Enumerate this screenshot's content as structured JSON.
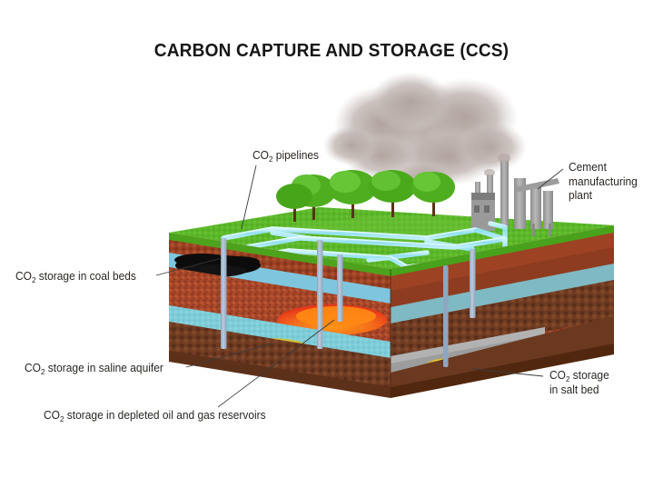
{
  "figure": {
    "title": "CARBON CAPTURE AND STORAGE (CCS)",
    "background_color": "#ffffff",
    "text_color": "#2a2622"
  },
  "labels": {
    "pipelines": {
      "prefix": "CO",
      "sub": "2",
      "rest": " pipelines"
    },
    "cement": {
      "line1": "Cement",
      "line2": "manufacturing",
      "line3": "plant"
    },
    "coal_beds": {
      "prefix": "CO",
      "sub": "2",
      "rest": " storage in coal beds"
    },
    "saline": {
      "prefix": "CO",
      "sub": "2",
      "rest": " storage in saline aquifer"
    },
    "depleted": {
      "prefix": "CO",
      "sub": "2",
      "rest": " storage in depleted oil and gas reservoirs"
    },
    "salt_bed": {
      "prefix": "CO",
      "sub": "2",
      "rest": " storage",
      "line2": "in salt bed"
    }
  },
  "scene": {
    "layers": [
      {
        "name": "grass-surface",
        "color": "#5cb82a"
      },
      {
        "name": "topsoil",
        "color": "#a8472a"
      },
      {
        "name": "coal-seam-host",
        "color": "#7ec6de"
      },
      {
        "name": "coal-bed",
        "color": "#0c0c0c"
      },
      {
        "name": "sandstone",
        "color": "#9d4324"
      },
      {
        "name": "oil-gas-reservoir",
        "color": "#f26522"
      },
      {
        "name": "saline-aquifer",
        "color": "#7ecdd8"
      },
      {
        "name": "co2-plume",
        "color": "#f5d618"
      },
      {
        "name": "salt-bed",
        "color": "#9a9a9a"
      },
      {
        "name": "deep-rock",
        "color": "#6e3a22"
      }
    ],
    "pipeline_color": "#9fe7f2",
    "well_color": "#9fb6cf",
    "smoke_color": "#b3a7a3",
    "plant_color": "#a0a0a0",
    "tree_color": "#4fae1f",
    "leader_color": "#3b3b3b"
  }
}
